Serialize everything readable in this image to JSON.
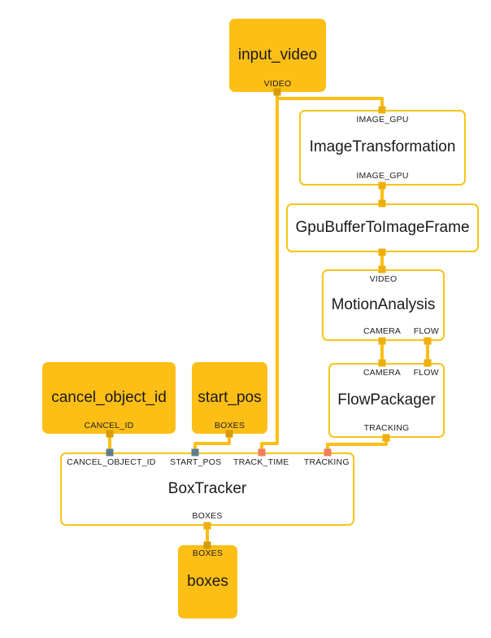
{
  "graph": {
    "type": "dataflow-graph",
    "background_color": "#ffffff",
    "edge_color": "#FDBE16",
    "io_node_color": "#FDBE16",
    "calculator_node_color": "#ffffff",
    "calculator_border_color": "#F5C518",
    "port_colors": {
      "output": "#D79B08",
      "stream": "#EFAF0A",
      "gray_input": "#5F7D8C",
      "salmon_input": "#F07E5A"
    },
    "nodes": [
      {
        "id": "input_video",
        "title": "input_video",
        "kind": "io",
        "inputs": [],
        "outputs": [
          "VIDEO"
        ]
      },
      {
        "id": "image_transformation",
        "title": "ImageTransformation",
        "kind": "calculator",
        "inputs": [
          "IMAGE_GPU"
        ],
        "outputs": [
          "IMAGE_GPU"
        ]
      },
      {
        "id": "gpu_buffer_to_image_frame",
        "title": "GpuBufferToImageFrame",
        "kind": "calculator",
        "inputs": [
          ""
        ],
        "outputs": [
          ""
        ]
      },
      {
        "id": "motion_analysis",
        "title": "MotionAnalysis",
        "kind": "calculator",
        "inputs": [
          "VIDEO"
        ],
        "outputs": [
          "CAMERA",
          "FLOW"
        ]
      },
      {
        "id": "flow_packager",
        "title": "FlowPackager",
        "kind": "calculator",
        "inputs": [
          "CAMERA",
          "FLOW"
        ],
        "outputs": [
          "TRACKING"
        ]
      },
      {
        "id": "cancel_object_id",
        "title": "cancel_object_id",
        "kind": "io",
        "inputs": [],
        "outputs": [
          "CANCEL_ID"
        ]
      },
      {
        "id": "start_pos",
        "title": "start_pos",
        "kind": "io",
        "inputs": [],
        "outputs": [
          "BOXES"
        ]
      },
      {
        "id": "box_tracker",
        "title": "BoxTracker",
        "kind": "calculator",
        "inputs": [
          "CANCEL_OBJECT_ID",
          "START_POS",
          "TRACK_TIME",
          "TRACKING"
        ],
        "outputs": [
          "BOXES"
        ]
      },
      {
        "id": "boxes",
        "title": "boxes",
        "kind": "io",
        "inputs": [
          "BOXES"
        ],
        "outputs": []
      }
    ],
    "edges": [
      {
        "from": "input_video:VIDEO",
        "to": "image_transformation:IMAGE_GPU"
      },
      {
        "from": "input_video:VIDEO",
        "to": "box_tracker:TRACK_TIME"
      },
      {
        "from": "image_transformation:IMAGE_GPU",
        "to": "gpu_buffer_to_image_frame:"
      },
      {
        "from": "gpu_buffer_to_image_frame:",
        "to": "motion_analysis:VIDEO"
      },
      {
        "from": "motion_analysis:CAMERA",
        "to": "flow_packager:CAMERA"
      },
      {
        "from": "motion_analysis:FLOW",
        "to": "flow_packager:FLOW"
      },
      {
        "from": "flow_packager:TRACKING",
        "to": "box_tracker:TRACKING"
      },
      {
        "from": "cancel_object_id:CANCEL_ID",
        "to": "box_tracker:CANCEL_OBJECT_ID"
      },
      {
        "from": "start_pos:BOXES",
        "to": "box_tracker:START_POS"
      },
      {
        "from": "box_tracker:BOXES",
        "to": "boxes:BOXES"
      }
    ],
    "labels": {
      "input_video": "input_video",
      "video": "VIDEO",
      "image_transformation": "ImageTransformation",
      "image_gpu": "IMAGE_GPU",
      "gpu_buffer_to_image_frame": "GpuBufferToImageFrame",
      "motion_analysis": "MotionAnalysis",
      "camera": "CAMERA",
      "flow": "FLOW",
      "flow_packager": "FlowPackager",
      "tracking": "TRACKING",
      "cancel_object_id": "cancel_object_id",
      "cancel_id": "CANCEL_ID",
      "start_pos": "start_pos",
      "boxes_upper": "BOXES",
      "box_tracker": "BoxTracker",
      "cancel_object_id_port": "CANCEL_OBJECT_ID",
      "start_pos_port": "START_POS",
      "track_time_port": "TRACK_TIME",
      "tracking_port": "TRACKING",
      "boxes_out": "BOXES",
      "boxes_node": "boxes",
      "boxes_in": "BOXES"
    }
  }
}
